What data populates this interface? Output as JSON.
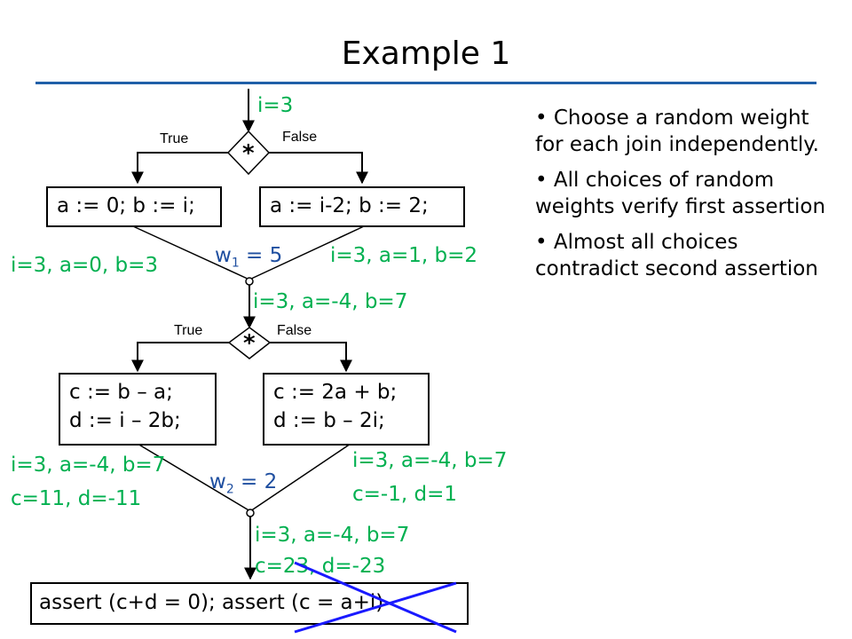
{
  "title": "Example 1",
  "entry_state": "i=3",
  "join1": {
    "true_label": "True",
    "false_label": "False",
    "star": "*",
    "left_box": "a := 0; b := i;",
    "right_box": "a := i-2; b := 2;",
    "left_state": "i=3, a=0, b=3",
    "right_state": "i=3, a=1, b=2",
    "weight_var": "w",
    "weight_sub": "1",
    "weight_val": " = 5",
    "result_state": "i=3, a=-4, b=7"
  },
  "join2": {
    "true_label": "True",
    "false_label": "False",
    "star": "*",
    "left_box_line1": "c := b – a;",
    "left_box_line2": "d := i – 2b;",
    "right_box_line1": "c := 2a + b;",
    "right_box_line2": "d := b – 2i;",
    "left_state_line1": "i=3, a=-4, b=7",
    "left_state_line2": "c=11, d=-11",
    "right_state_line1": "i=3, a=-4, b=7",
    "right_state_line2": "c=-1, d=1",
    "weight_var": "w",
    "weight_sub": "2",
    "weight_val": " = 2",
    "result_state_line1": "i=3, a=-4, b=7",
    "result_state_line2": "c=23, d=-23"
  },
  "assert_box": {
    "first": "assert (c+d = 0); ",
    "second": "assert (c = a+i)"
  },
  "bullets": [
    "• Choose a random weight for each join independently.",
    "• All choices of random weights verify first assertion",
    "• Almost all choices contradict second assertion"
  ],
  "colors": {
    "green": "#00b050",
    "blue": "#1f4fa0",
    "cross": "#1a1aff",
    "rule": "#1f5fa8"
  }
}
